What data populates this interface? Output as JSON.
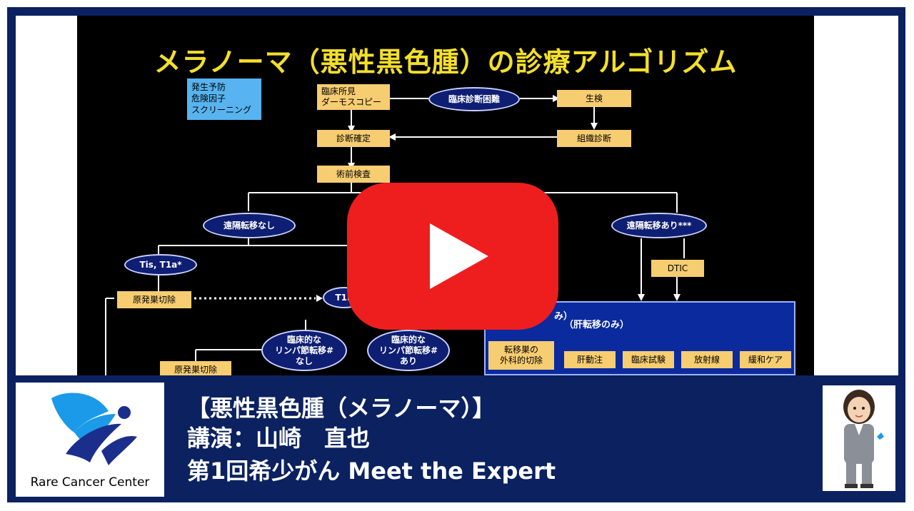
{
  "slide": {
    "title": "メラノーマ（悪性黒色腫）の診療アルゴリズム",
    "prevention_lines": [
      "発生予防",
      "危険因子",
      "スクリーニング"
    ],
    "clinical_findings": [
      "臨床所見",
      "ダーモスコピー"
    ],
    "difficult_dx": "臨床診断困難",
    "biopsy": "生検",
    "diagnosis_confirmed": "診断確定",
    "histology": "組織診断",
    "preop_exam": "術前検査",
    "no_distant_mets": "遠隔転移なし",
    "distant_mets": "遠隔転移あり***",
    "tis_t1a": "Tis, T1a*",
    "dtic": "DTIC",
    "primary_excision": "原発巣切除",
    "t1b": "T1b",
    "ln_none": [
      "臨床的な",
      "リンパ節転移#",
      "なし"
    ],
    "ln_present": [
      "臨床的な",
      "リンパ節転移#",
      "あり"
    ],
    "primary_excision_2": "原発巣切除",
    "panel_note_left": "み）",
    "panel_note_liver": "（肝転移のみ）",
    "treatments": [
      "転移巣の\n外科的切除",
      "肝動注",
      "臨床試験",
      "放射線",
      "緩和ケア"
    ]
  },
  "caption": {
    "line1": "【悪性黒色腫（メラノーマ）】",
    "line2": "講演：山崎　直也",
    "line3": "第1回希少がん Meet the Expert"
  },
  "logo": {
    "text": "Rare Cancer Center"
  },
  "colors": {
    "frame": "#0b2160",
    "title": "#f4df2a",
    "box": "#f7cd71",
    "oval": "#0e1e72",
    "play": "#ef1e1e"
  }
}
